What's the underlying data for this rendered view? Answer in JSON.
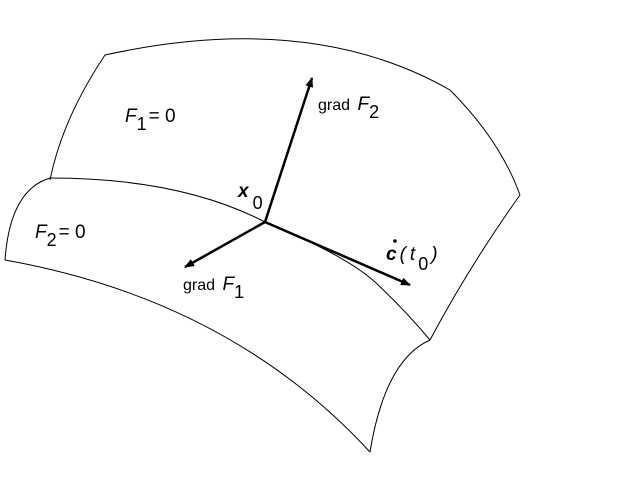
{
  "labels": {
    "f1_surface": {
      "name": "F",
      "sub": "1",
      "rest": "= 0"
    },
    "f2_surface": {
      "name": "F",
      "sub": "2",
      "rest": "= 0"
    },
    "grad_f2": {
      "prefix": "grad ",
      "name": "F",
      "sub": "2"
    },
    "grad_f1": {
      "prefix": "grad ",
      "name": "F",
      "sub": "1"
    },
    "point": {
      "name": "x",
      "sub": "0"
    },
    "tangent": {
      "name": "c",
      "open": "(",
      "t": "t",
      "sub": "0",
      "close": ")"
    }
  }
}
